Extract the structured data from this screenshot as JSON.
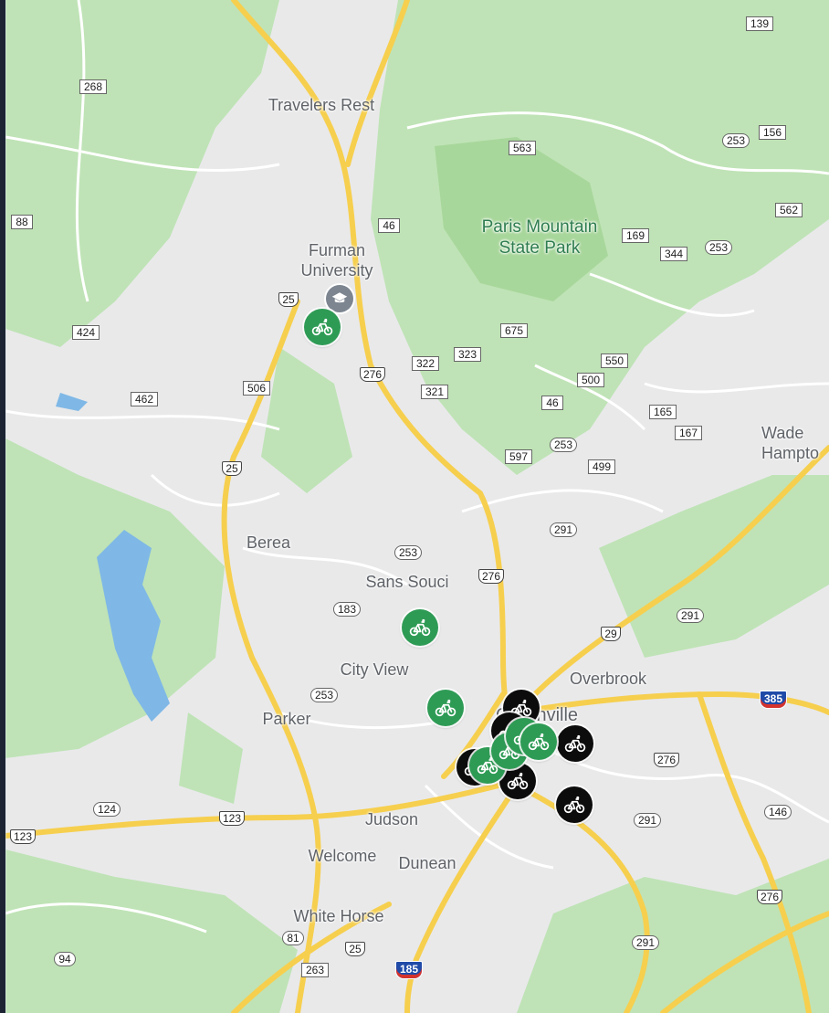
{
  "map": {
    "colors": {
      "land": "#e9e9ea",
      "park": "#bfe3b6",
      "water": "#7fb8e6",
      "highway": "#f6cf4e",
      "road": "#ffffff",
      "dock_green": "#2e9b55",
      "dock_black": "#0c0c0c"
    },
    "places": [
      {
        "name": "travelers-rest",
        "text": "Travelers Rest",
        "type": "town"
      },
      {
        "name": "furman-university",
        "text": "Furman\nUniversity",
        "type": "poi"
      },
      {
        "name": "paris-mountain",
        "text": "Paris Mountain\nState Park",
        "type": "park"
      },
      {
        "name": "wade-hampton",
        "text": "Wade\nHampto",
        "type": "town"
      },
      {
        "name": "berea",
        "text": "Berea",
        "type": "town"
      },
      {
        "name": "sans-souci",
        "text": "Sans Souci",
        "type": "town"
      },
      {
        "name": "city-view",
        "text": "City View",
        "type": "town"
      },
      {
        "name": "overbrook",
        "text": "Overbrook",
        "type": "town"
      },
      {
        "name": "parker",
        "text": "Parker",
        "type": "town"
      },
      {
        "name": "greenville",
        "text": "Greenville",
        "type": "city"
      },
      {
        "name": "judson",
        "text": "Judson",
        "type": "town"
      },
      {
        "name": "welcome",
        "text": "Welcome",
        "type": "town"
      },
      {
        "name": "dunean",
        "text": "Dunean",
        "type": "town"
      },
      {
        "name": "white-horse",
        "text": "White Horse",
        "type": "town"
      }
    ],
    "shields": [
      {
        "text": "139",
        "kind": "sc"
      },
      {
        "text": "268",
        "kind": "sc"
      },
      {
        "text": "563",
        "kind": "sc"
      },
      {
        "text": "253",
        "kind": "sc"
      },
      {
        "text": "156",
        "kind": "sc"
      },
      {
        "text": "88",
        "kind": "sc"
      },
      {
        "text": "46",
        "kind": "sc"
      },
      {
        "text": "169",
        "kind": "sc"
      },
      {
        "text": "562",
        "kind": "sc"
      },
      {
        "text": "344",
        "kind": "sc"
      },
      {
        "text": "253",
        "kind": "sc"
      },
      {
        "text": "25",
        "kind": "us"
      },
      {
        "text": "424",
        "kind": "sc"
      },
      {
        "text": "675",
        "kind": "sc"
      },
      {
        "text": "323",
        "kind": "sc"
      },
      {
        "text": "322",
        "kind": "sc"
      },
      {
        "text": "550",
        "kind": "sc"
      },
      {
        "text": "276",
        "kind": "us"
      },
      {
        "text": "500",
        "kind": "sc"
      },
      {
        "text": "506",
        "kind": "sc"
      },
      {
        "text": "321",
        "kind": "sc"
      },
      {
        "text": "462",
        "kind": "sc"
      },
      {
        "text": "46",
        "kind": "sc"
      },
      {
        "text": "165",
        "kind": "sc"
      },
      {
        "text": "167",
        "kind": "sc"
      },
      {
        "text": "253",
        "kind": "sc"
      },
      {
        "text": "597",
        "kind": "sc"
      },
      {
        "text": "499",
        "kind": "sc"
      },
      {
        "text": "25",
        "kind": "us"
      },
      {
        "text": "291",
        "kind": "sc"
      },
      {
        "text": "253",
        "kind": "sc"
      },
      {
        "text": "276",
        "kind": "us"
      },
      {
        "text": "183",
        "kind": "sc"
      },
      {
        "text": "291",
        "kind": "sc"
      },
      {
        "text": "29",
        "kind": "us"
      },
      {
        "text": "253",
        "kind": "sc"
      },
      {
        "text": "385",
        "kind": "i"
      },
      {
        "text": "276",
        "kind": "us"
      },
      {
        "text": "124",
        "kind": "sc"
      },
      {
        "text": "123",
        "kind": "us"
      },
      {
        "text": "123",
        "kind": "us"
      },
      {
        "text": "291",
        "kind": "sc"
      },
      {
        "text": "146",
        "kind": "sc"
      },
      {
        "text": "276",
        "kind": "us"
      },
      {
        "text": "81",
        "kind": "sc"
      },
      {
        "text": "25",
        "kind": "us"
      },
      {
        "text": "94",
        "kind": "sc"
      },
      {
        "text": "263",
        "kind": "sc"
      },
      {
        "text": "185",
        "kind": "i"
      },
      {
        "text": "291",
        "kind": "sc"
      }
    ],
    "markers": [
      {
        "color": "green"
      },
      {
        "color": "green"
      },
      {
        "color": "green"
      },
      {
        "color": "black"
      },
      {
        "color": "black"
      },
      {
        "color": "black"
      },
      {
        "color": "black"
      },
      {
        "color": "black"
      },
      {
        "color": "black"
      },
      {
        "color": "green"
      },
      {
        "color": "green"
      },
      {
        "color": "green"
      },
      {
        "color": "green"
      },
      {
        "color": "black"
      }
    ],
    "icons": {
      "university": "graduation-cap-icon",
      "dock": "bicycle-icon"
    }
  }
}
